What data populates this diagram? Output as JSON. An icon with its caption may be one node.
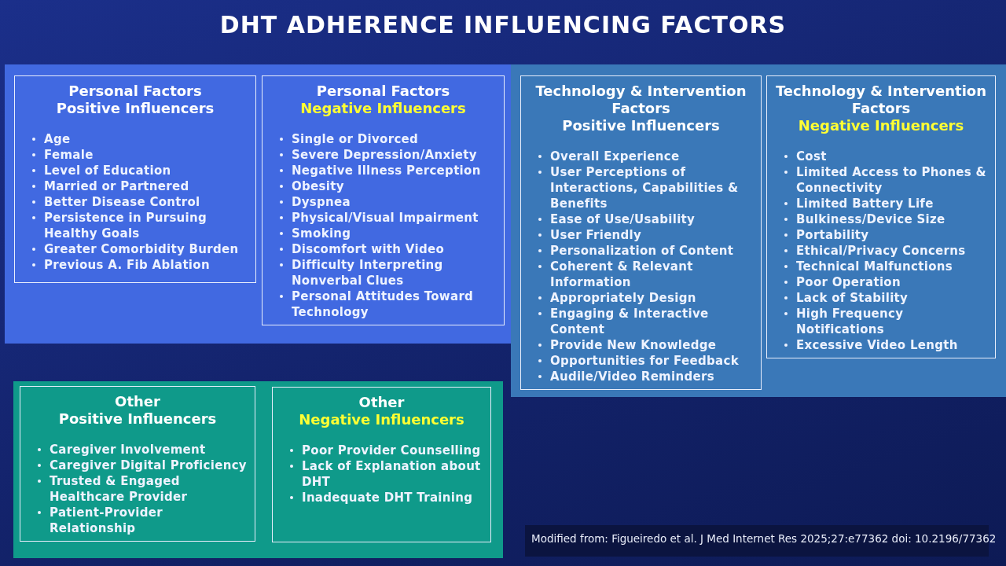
{
  "diagram": {
    "title": "DHT ADHERENCE INFLUENCING FACTORS",
    "nodes": [
      {
        "text": [],
        "shape": "box"
      },
      {
        "text": [
          "Personal Factors",
          "Positive Influencers",
          "Age",
          "Female",
          "Level of Education",
          "Married or Partnered",
          "Better Disease Control",
          "Persistence in Pursuing Healthy Goals",
          "Greater Comorbidity Burden",
          "Previous A. Fib Ablation"
        ],
        "in": 0
      },
      {
        "text": [
          "Personal Factors",
          "Negative Influencers",
          "Single or Divorced",
          "Severe Depression/Anxiety",
          "Negative Illness Perception",
          "Obesity",
          "Dyspnea",
          "Physical/Visual  Impairment",
          "Smoking",
          "Discomfort with Video",
          "Difficulty Interpreting Nonverbal Clues",
          "Personal Attitudes Toward Technology"
        ],
        "in": 0
      },
      {
        "text": [],
        "shape": "box"
      },
      {
        "text": [
          "Technology & Intervention Factors",
          "Positive Influencers",
          "Overall Experience",
          "User Perceptions of Interactions, Capabilities & Benefits",
          "Ease of Use/Usability",
          "User Friendly",
          "Personalization of Content",
          "Coherent & Relevant Information",
          "Appropriately Design",
          "Engaging & Interactive Content",
          "Provide New Knowledge",
          "Opportunities for Feedback",
          "Audile/Video Reminders"
        ],
        "in": 3
      },
      {
        "text": [
          "Technology & Intervention Factors",
          "Negative Influencers",
          "Cost",
          "Limited Access to Phones & Connectivity",
          "Limited Battery Life",
          "Bulkiness/Device Size",
          "Portability",
          "Ethical/Privacy Concerns",
          "Technical Malfunctions",
          "Poor Operation",
          "Lack of Stability",
          "High Frequency Notifications",
          "Excessive Video Length"
        ],
        "in": 3
      },
      {
        "text": [],
        "shape": "box"
      },
      {
        "text": [
          "Other",
          "Positive Influencers",
          "Caregiver Involvement",
          "Caregiver Digital Proficiency",
          "Trusted & Engaged Healthcare Provider",
          "Patient-Provider Relationship"
        ],
        "in": 6
      },
      {
        "text": [
          "Other",
          "Negative Influencers",
          "Poor Provider Counselling",
          "Lack of Explanation about DHT",
          "Inadequate DHT Training"
        ],
        "in": 6
      }
    ],
    "labels": [
      "Modified from: Figueiredo et al. J Med Internet Res 2025;27:e77362 doi: 10.2196/77362"
    ]
  }
}
